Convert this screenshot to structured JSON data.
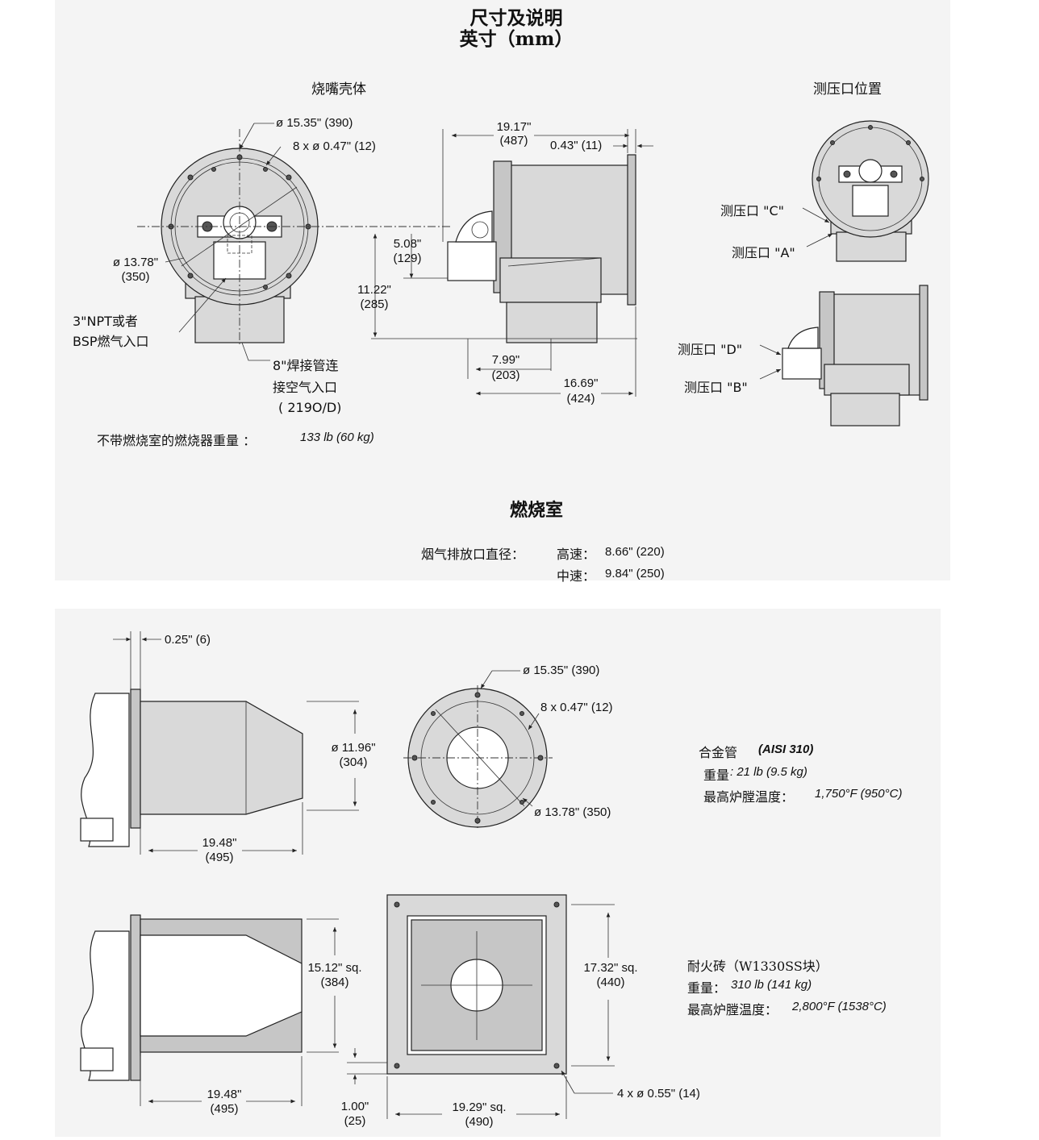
{
  "header": {
    "title_line1": "尺寸及说明",
    "title_line2": "英寸（mm）"
  },
  "burner": {
    "section_title": "烧嘴壳体",
    "tap_title": "测压口位置",
    "dims": {
      "outer_dia": "ø 15.35\" (390)",
      "holes": "8 x ø 0.47\" (12)",
      "bolt_circle_a": "ø 13.78\"",
      "bolt_circle_b": "(350)",
      "length_a": "19.17\"",
      "length_b": "(487)",
      "flange": "0.43\" (11)",
      "h1_a": "5.08\"",
      "h1_b": "(129)",
      "h2_a": "11.22\"",
      "h2_b": "(285)",
      "d1_a": "7.99\"",
      "d1_b": "(203)",
      "d2_a": "16.69\"",
      "d2_b": "(424)"
    },
    "gas_inlet_line1": "3\"NPT或者",
    "gas_inlet_line2": "BSP燃气入口",
    "air_inlet_line1": "8\"焊接管连",
    "air_inlet_line2": "接空气入口",
    "air_inlet_line3": "( 219O/D)",
    "weight_label": "不带燃烧室的燃烧器重量 ：",
    "weight_value": "133 lb (60 kg)",
    "tap_c": "测压口 \"C\"",
    "tap_a": "测压口 \"A\"",
    "tap_d": "测压口 \"D\"",
    "tap_b": "测压口 \"B\""
  },
  "chamber": {
    "title": "燃烧室",
    "flue_label": "烟气排放口直径：",
    "high_speed": "高速：",
    "high_value": "8.66\" (220)",
    "mid_speed": "中速：",
    "mid_value": "9.84\" (250)",
    "alloy": {
      "flange": "0.25\" (6)",
      "dia_a": "ø 11.96\"",
      "dia_b": "(304)",
      "len_a": "19.48\"",
      "len_b": "(495)",
      "outer": "ø 15.35\" (390)",
      "holes": "8 x 0.47\" (12)",
      "bolt": "ø 13.78\" (350)",
      "name": "合金管",
      "name_spec": "(AISI 310)",
      "weight_label": "重量",
      "weight_value": ": 21 lb (9.5 kg)",
      "temp_label": "最高炉膛温度：",
      "temp_value": "1,750°F (950°C)"
    },
    "refractory": {
      "sq_a": "15.12\" sq.",
      "sq_b": "(384)",
      "len_a": "19.48\"",
      "len_b": "(495)",
      "plate_a": "17.32\" sq.",
      "plate_b": "(440)",
      "thick_a": "1.00\"",
      "thick_b": "(25)",
      "outer_a": "19.29\" sq.",
      "outer_b": "(490)",
      "holes": "4 x ø 0.55\" (14)",
      "name": "耐火砖（W1330SS块）",
      "weight_label": "重量：",
      "weight_value": "310 lb (141 kg)",
      "temp_label": "最高炉膛温度：",
      "temp_value": "2,800°F (1538°C)"
    }
  }
}
